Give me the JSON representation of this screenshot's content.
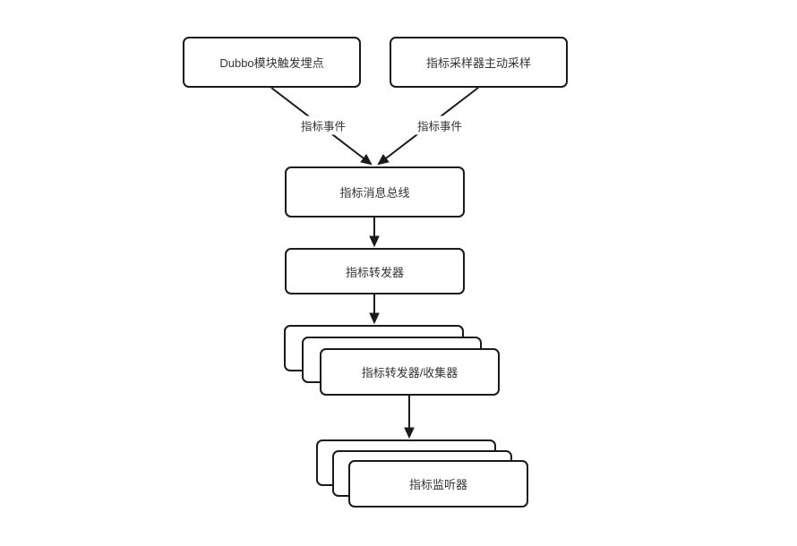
{
  "diagram": {
    "background_color": "#ffffff",
    "stroke_color": "#1a1a1a",
    "text_color": "#333333",
    "nodes": {
      "dubbo": {
        "label": "Dubbo模块触发埋点"
      },
      "sampler": {
        "label": "指标采样器主动采样"
      },
      "bus": {
        "label": "指标消息总线"
      },
      "forwarder": {
        "label": "指标转发器"
      },
      "collector": {
        "label": "指标转发器/收集器"
      },
      "listener": {
        "label": "指标监听器"
      }
    },
    "edge_labels": {
      "left": "指标事件",
      "right": "指标事件"
    }
  }
}
